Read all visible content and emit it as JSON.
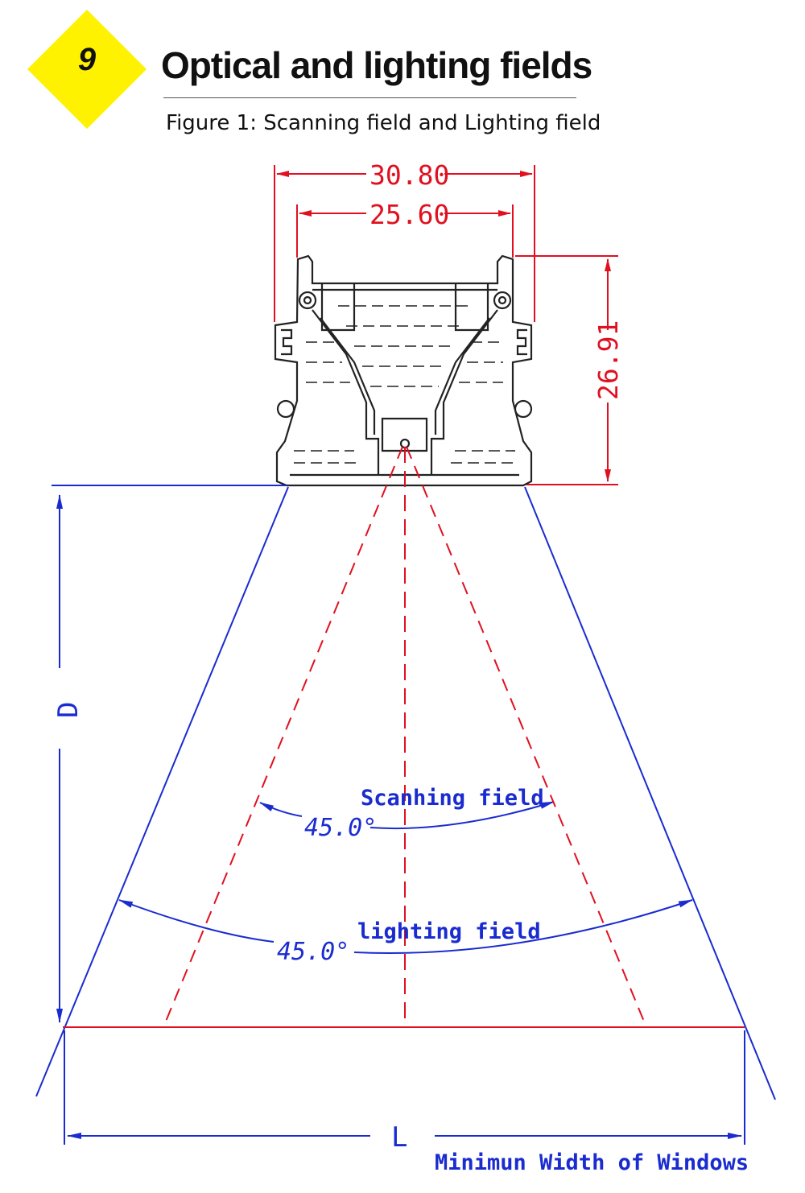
{
  "header": {
    "section_number": "9",
    "title": "Optical and lighting fields",
    "subtitle": "Figure 1: Scanning field and Lighting field",
    "badge_color": "#fff200"
  },
  "diagram": {
    "dimensions": {
      "outer_width": "30.80",
      "inner_width": "25.60",
      "height": "26.91"
    },
    "labels": {
      "distance": "D",
      "scanning_field": "Scanhing field",
      "scanning_angle": "45.0°",
      "lighting_field": "lighting field",
      "lighting_angle": "45.0°",
      "window_length": "L",
      "window_caption": "Minimun Width of Windows"
    },
    "colors": {
      "dimension": "#e01020",
      "field": "#1a2bd0",
      "device": "#222222"
    }
  }
}
